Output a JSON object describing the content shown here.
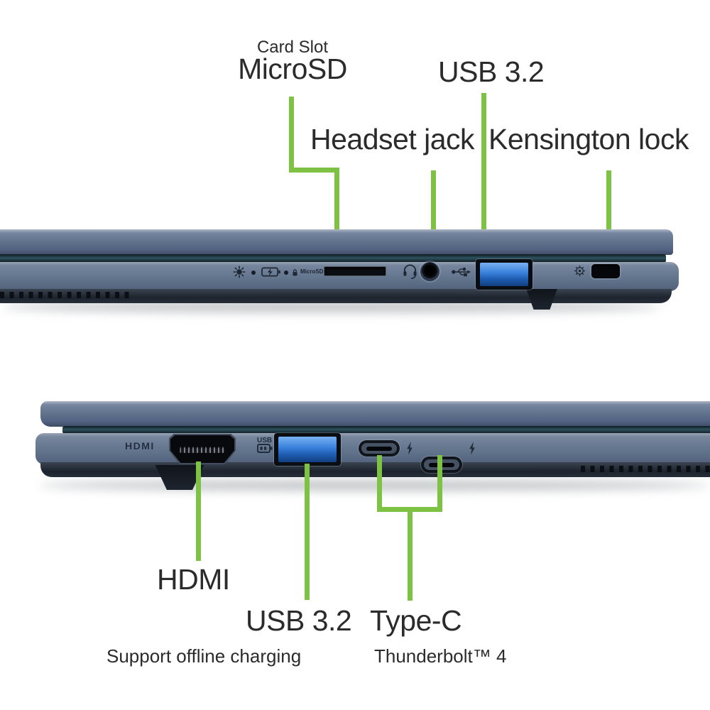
{
  "colors": {
    "accent_green": "#7dc243",
    "label_text": "#2b2b2b",
    "body_blue_mid": "#63748e",
    "body_blue_dark": "#3e4c66",
    "hinge_teal": "#2c525e",
    "usb_port_blue": "#3a82dd"
  },
  "top_view": {
    "description": "right-side-view",
    "callouts": {
      "card_slot_line1": "Card Slot",
      "card_slot_line2": "MicroSD",
      "usb": "USB 3.2",
      "headset": "Headset jack",
      "kensington": "Kensington lock"
    },
    "markings": {
      "microsd": "MicroSD"
    },
    "ports": [
      "status-leds",
      "microsd-card-slot",
      "headset-jack",
      "usb-a-port",
      "kensington-lock-slot"
    ]
  },
  "bottom_view": {
    "description": "left-side-view",
    "callouts": {
      "hdmi": "HDMI",
      "usb": "USB 3.2",
      "usb_sub": "Support offline charging",
      "typec": "Type-C",
      "typec_sub": "Thunderbolt™ 4"
    },
    "markings": {
      "hdmi": "HDMI",
      "usb": "USB"
    },
    "ports": [
      "hdmi-port",
      "usb-a-port",
      "usb-c-port-1",
      "usb-c-port-2"
    ]
  },
  "icons": [
    "status-led-icon",
    "indicator-dot",
    "battery-charging-icon",
    "microsd-lock-icon",
    "headset-icon",
    "usb-type-a-icon",
    "kensington-lock-icon",
    "usb-offline-charging-icon",
    "thunderbolt-icon"
  ]
}
